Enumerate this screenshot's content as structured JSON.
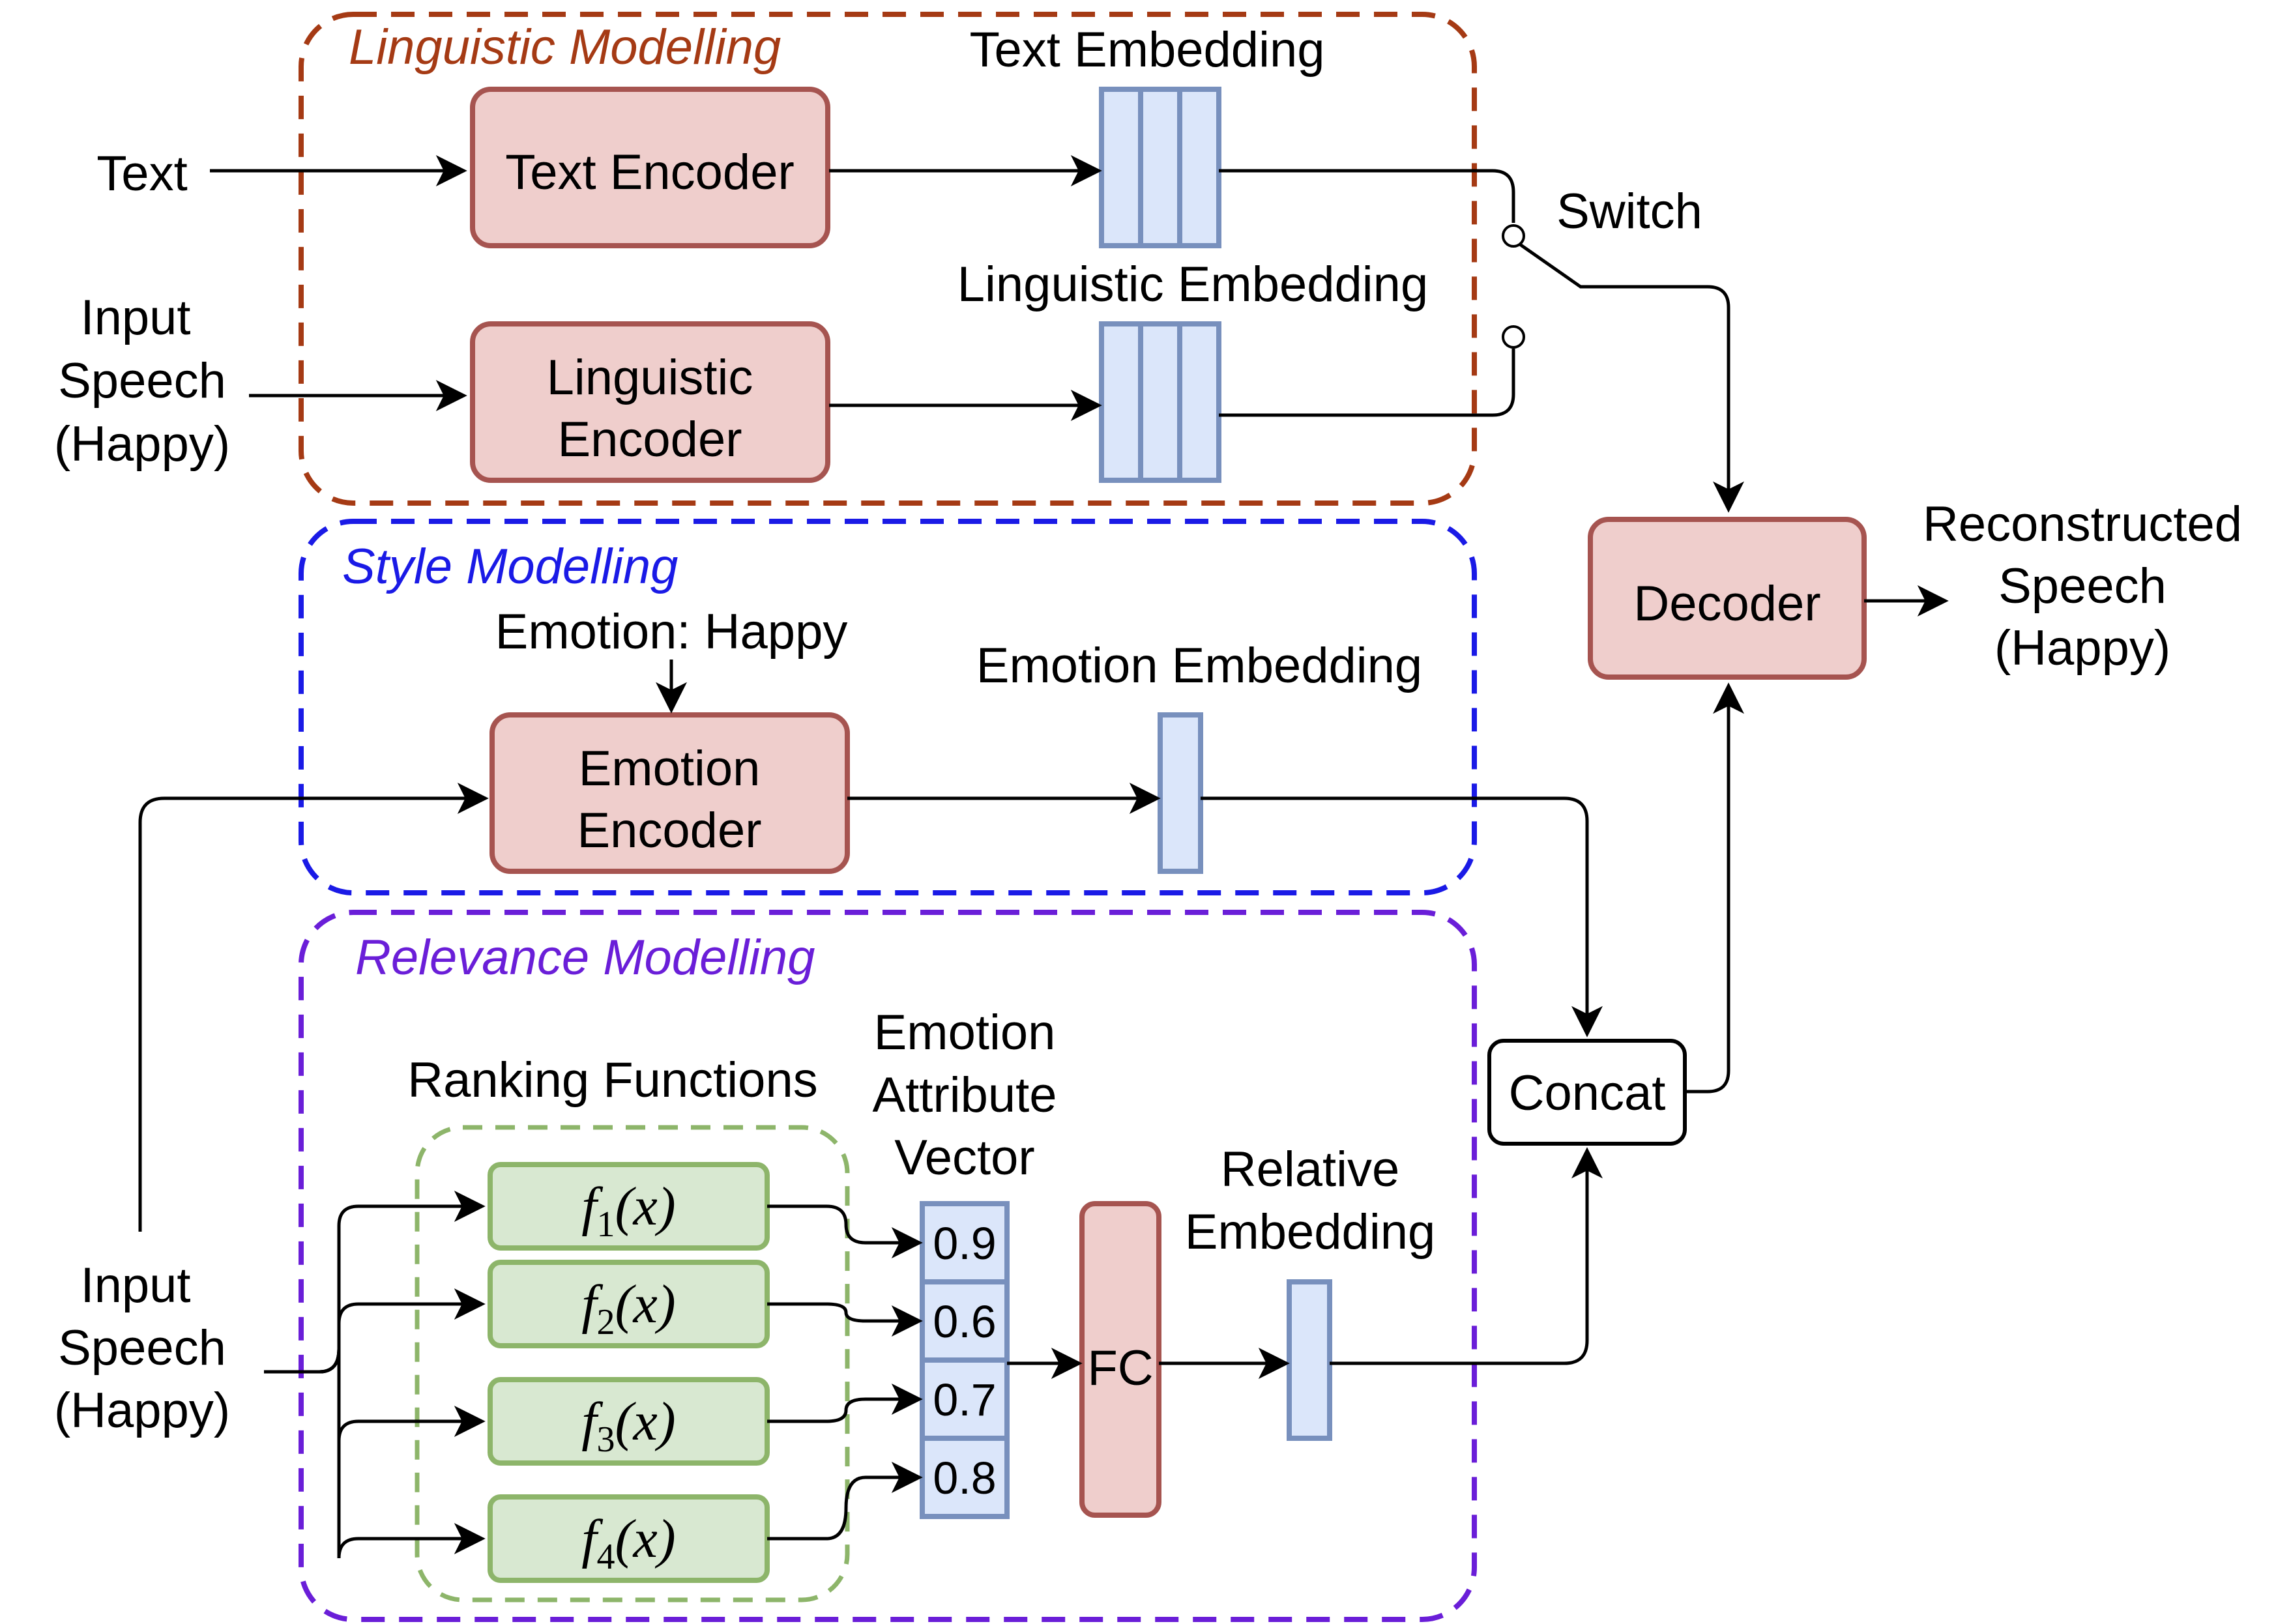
{
  "sections": {
    "linguistic": {
      "title": "Linguistic Modelling",
      "color": "#a53a14"
    },
    "style": {
      "title": "Style Modelling",
      "color": "#1a1ae6"
    },
    "relevance": {
      "title": "Relevance Modelling",
      "color": "#6a1ed8"
    },
    "ranking": {
      "title": "Ranking Functions",
      "color": "#8db56a"
    }
  },
  "inputs": {
    "text": "Text",
    "speech_top": [
      "Input",
      "Speech",
      "(Happy)"
    ],
    "speech_bottom": [
      "Input",
      "Speech",
      "(Happy)"
    ]
  },
  "blocks": {
    "text_encoder": "Text Encoder",
    "linguistic_encoder": [
      "Linguistic",
      "Encoder"
    ],
    "emotion_encoder": [
      "Emotion",
      "Encoder"
    ],
    "decoder": "Decoder",
    "concat": "Concat",
    "fc": "FC"
  },
  "labels": {
    "text_embedding": "Text Embedding",
    "linguistic_embedding": "Linguistic Embedding",
    "switch": "Switch",
    "emotion_condition": "Emotion: Happy",
    "emotion_embedding": "Emotion Embedding",
    "emotion_attribute_vector": [
      "Emotion",
      "Attribute",
      "Vector"
    ],
    "relative_embedding": [
      "Relative",
      "Embedding"
    ],
    "output": [
      "Reconstructed",
      "Speech",
      "(Happy)"
    ]
  },
  "ranking_functions": [
    {
      "name": "f",
      "sub": "1",
      "arg": "(x)"
    },
    {
      "name": "f",
      "sub": "2",
      "arg": "(x)"
    },
    {
      "name": "f",
      "sub": "3",
      "arg": "(x)"
    },
    {
      "name": "f",
      "sub": "4",
      "arg": "(x)"
    }
  ],
  "attribute_values": [
    "0.9",
    "0.6",
    "0.7",
    "0.8"
  ]
}
